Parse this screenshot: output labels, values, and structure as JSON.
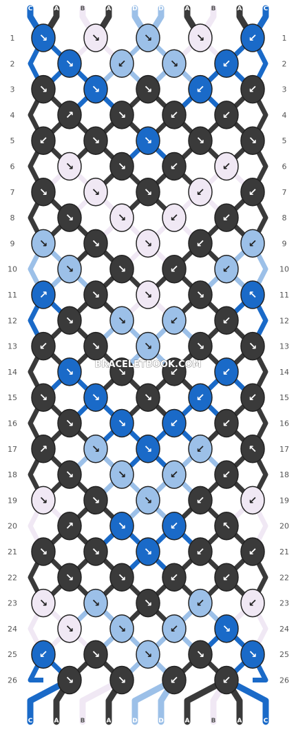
{
  "watermark": "BRACELETBOOK.COM",
  "colors": {
    "A": "#3a3a3a",
    "B": "#f0e8f4",
    "C": "#1a6ac8",
    "D": "#9cc0e8"
  },
  "strands_top": [
    "C",
    "A",
    "B",
    "A",
    "D",
    "D",
    "A",
    "B",
    "A",
    "C"
  ],
  "strands_bottom": [
    "C",
    "A",
    "B",
    "A",
    "D",
    "D",
    "A",
    "B",
    "A",
    "C"
  ],
  "row_labels": [
    "1",
    "2",
    "3",
    "4",
    "5",
    "6",
    "7",
    "8",
    "9",
    "10",
    "11",
    "12",
    "13",
    "14",
    "15",
    "16",
    "17",
    "18",
    "19",
    "20",
    "21",
    "22",
    "23",
    "24",
    "25",
    "26"
  ],
  "knots": [
    [
      {
        "c": "C",
        "d": "↘"
      },
      {
        "c": "B",
        "d": "↘"
      },
      {
        "c": "D",
        "d": "↘"
      },
      {
        "c": "B",
        "d": "↘"
      },
      {
        "c": "C",
        "d": "↙"
      }
    ],
    [
      {
        "c": "C",
        "d": "↘"
      },
      {
        "c": "D",
        "d": "↙"
      },
      {
        "c": "D",
        "d": "↘"
      },
      {
        "c": "C",
        "d": "↙"
      }
    ],
    [
      {
        "c": "A",
        "d": "↘"
      },
      {
        "c": "C",
        "d": "↘"
      },
      {
        "c": "A",
        "d": "↘"
      },
      {
        "c": "C",
        "d": "↙"
      },
      {
        "c": "A",
        "d": "↙"
      }
    ],
    [
      {
        "c": "A",
        "d": "↗"
      },
      {
        "c": "A",
        "d": "↘"
      },
      {
        "c": "A",
        "d": "↙"
      },
      {
        "c": "A",
        "d": "↙"
      }
    ],
    [
      {
        "c": "A",
        "d": "↙"
      },
      {
        "c": "A",
        "d": "↘"
      },
      {
        "c": "C",
        "d": "↘"
      },
      {
        "c": "A",
        "d": "↘"
      },
      {
        "c": "A",
        "d": "↘"
      }
    ],
    [
      {
        "c": "B",
        "d": "↘"
      },
      {
        "c": "A",
        "d": "↘"
      },
      {
        "c": "A",
        "d": "↙"
      },
      {
        "c": "B",
        "d": "↙"
      }
    ],
    [
      {
        "c": "A",
        "d": "↘"
      },
      {
        "c": "B",
        "d": "↘"
      },
      {
        "c": "A",
        "d": "↘"
      },
      {
        "c": "B",
        "d": "↙"
      },
      {
        "c": "A",
        "d": "↙"
      }
    ],
    [
      {
        "c": "A",
        "d": "↘"
      },
      {
        "c": "B",
        "d": "↘"
      },
      {
        "c": "B",
        "d": "↙"
      },
      {
        "c": "A",
        "d": "↙"
      }
    ],
    [
      {
        "c": "D",
        "d": "↘"
      },
      {
        "c": "A",
        "d": "↘"
      },
      {
        "c": "B",
        "d": "↘"
      },
      {
        "c": "A",
        "d": "↙"
      },
      {
        "c": "D",
        "d": "↙"
      }
    ],
    [
      {
        "c": "D",
        "d": "↘"
      },
      {
        "c": "A",
        "d": "↘"
      },
      {
        "c": "A",
        "d": "↙"
      },
      {
        "c": "D",
        "d": "↙"
      }
    ],
    [
      {
        "c": "C",
        "d": "↗"
      },
      {
        "c": "A",
        "d": "↘"
      },
      {
        "c": "B",
        "d": "↘"
      },
      {
        "c": "A",
        "d": "↘"
      },
      {
        "c": "C",
        "d": "↖"
      }
    ],
    [
      {
        "c": "A",
        "d": "↘"
      },
      {
        "c": "D",
        "d": "↘"
      },
      {
        "c": "D",
        "d": "↙"
      },
      {
        "c": "A",
        "d": "↙"
      }
    ],
    [
      {
        "c": "A",
        "d": "↙"
      },
      {
        "c": "A",
        "d": "↘"
      },
      {
        "c": "D",
        "d": "↘"
      },
      {
        "c": "A",
        "d": "↘"
      },
      {
        "c": "A",
        "d": "↘"
      }
    ],
    [
      {
        "c": "C",
        "d": "↘"
      },
      {
        "c": "A",
        "d": "↘"
      },
      {
        "c": "A",
        "d": "↙"
      },
      {
        "c": "C",
        "d": "↙"
      }
    ],
    [
      {
        "c": "A",
        "d": "↘"
      },
      {
        "c": "C",
        "d": "↘"
      },
      {
        "c": "A",
        "d": "↘"
      },
      {
        "c": "C",
        "d": "↙"
      },
      {
        "c": "A",
        "d": "↙"
      }
    ],
    [
      {
        "c": "A",
        "d": "↘"
      },
      {
        "c": "C",
        "d": "↘"
      },
      {
        "c": "C",
        "d": "↙"
      },
      {
        "c": "A",
        "d": "↙"
      }
    ],
    [
      {
        "c": "A",
        "d": "↗"
      },
      {
        "c": "D",
        "d": "↘"
      },
      {
        "c": "C",
        "d": "↘"
      },
      {
        "c": "D",
        "d": "↙"
      },
      {
        "c": "A",
        "d": "↖"
      }
    ],
    [
      {
        "c": "A",
        "d": "↘"
      },
      {
        "c": "D",
        "d": "↘"
      },
      {
        "c": "D",
        "d": "↙"
      },
      {
        "c": "A",
        "d": "↙"
      }
    ],
    [
      {
        "c": "B",
        "d": "↘"
      },
      {
        "c": "A",
        "d": "↘"
      },
      {
        "c": "D",
        "d": "↘"
      },
      {
        "c": "A",
        "d": "↙"
      },
      {
        "c": "B",
        "d": "↙"
      }
    ],
    [
      {
        "c": "A",
        "d": "↗"
      },
      {
        "c": "C",
        "d": "↘"
      },
      {
        "c": "C",
        "d": "↙"
      },
      {
        "c": "A",
        "d": "↖"
      }
    ],
    [
      {
        "c": "A",
        "d": "↘"
      },
      {
        "c": "A",
        "d": "↘"
      },
      {
        "c": "C",
        "d": "↘"
      },
      {
        "c": "A",
        "d": "↙"
      },
      {
        "c": "A",
        "d": "↙"
      }
    ],
    [
      {
        "c": "A",
        "d": "↘"
      },
      {
        "c": "A",
        "d": "↘"
      },
      {
        "c": "A",
        "d": "↙"
      },
      {
        "c": "A",
        "d": "↙"
      }
    ],
    [
      {
        "c": "B",
        "d": "↘"
      },
      {
        "c": "D",
        "d": "↘"
      },
      {
        "c": "A",
        "d": "↘"
      },
      {
        "c": "D",
        "d": "↙"
      },
      {
        "c": "B",
        "d": "↙"
      }
    ],
    [
      {
        "c": "B",
        "d": "↘"
      },
      {
        "c": "D",
        "d": "↘"
      },
      {
        "c": "D",
        "d": "↙"
      },
      {
        "c": "C",
        "d": "↘"
      }
    ],
    [
      {
        "c": "C",
        "d": "↙"
      },
      {
        "c": "A",
        "d": "↘"
      },
      {
        "c": "D",
        "d": "↘"
      },
      {
        "c": "A",
        "d": "↘"
      },
      {
        "c": "C",
        "d": "↘"
      }
    ],
    [
      {
        "c": "A",
        "d": "↘"
      },
      {
        "c": "A",
        "d": "↘"
      },
      {
        "c": "A",
        "d": "↙"
      },
      {
        "c": "A",
        "d": "↙"
      }
    ]
  ]
}
